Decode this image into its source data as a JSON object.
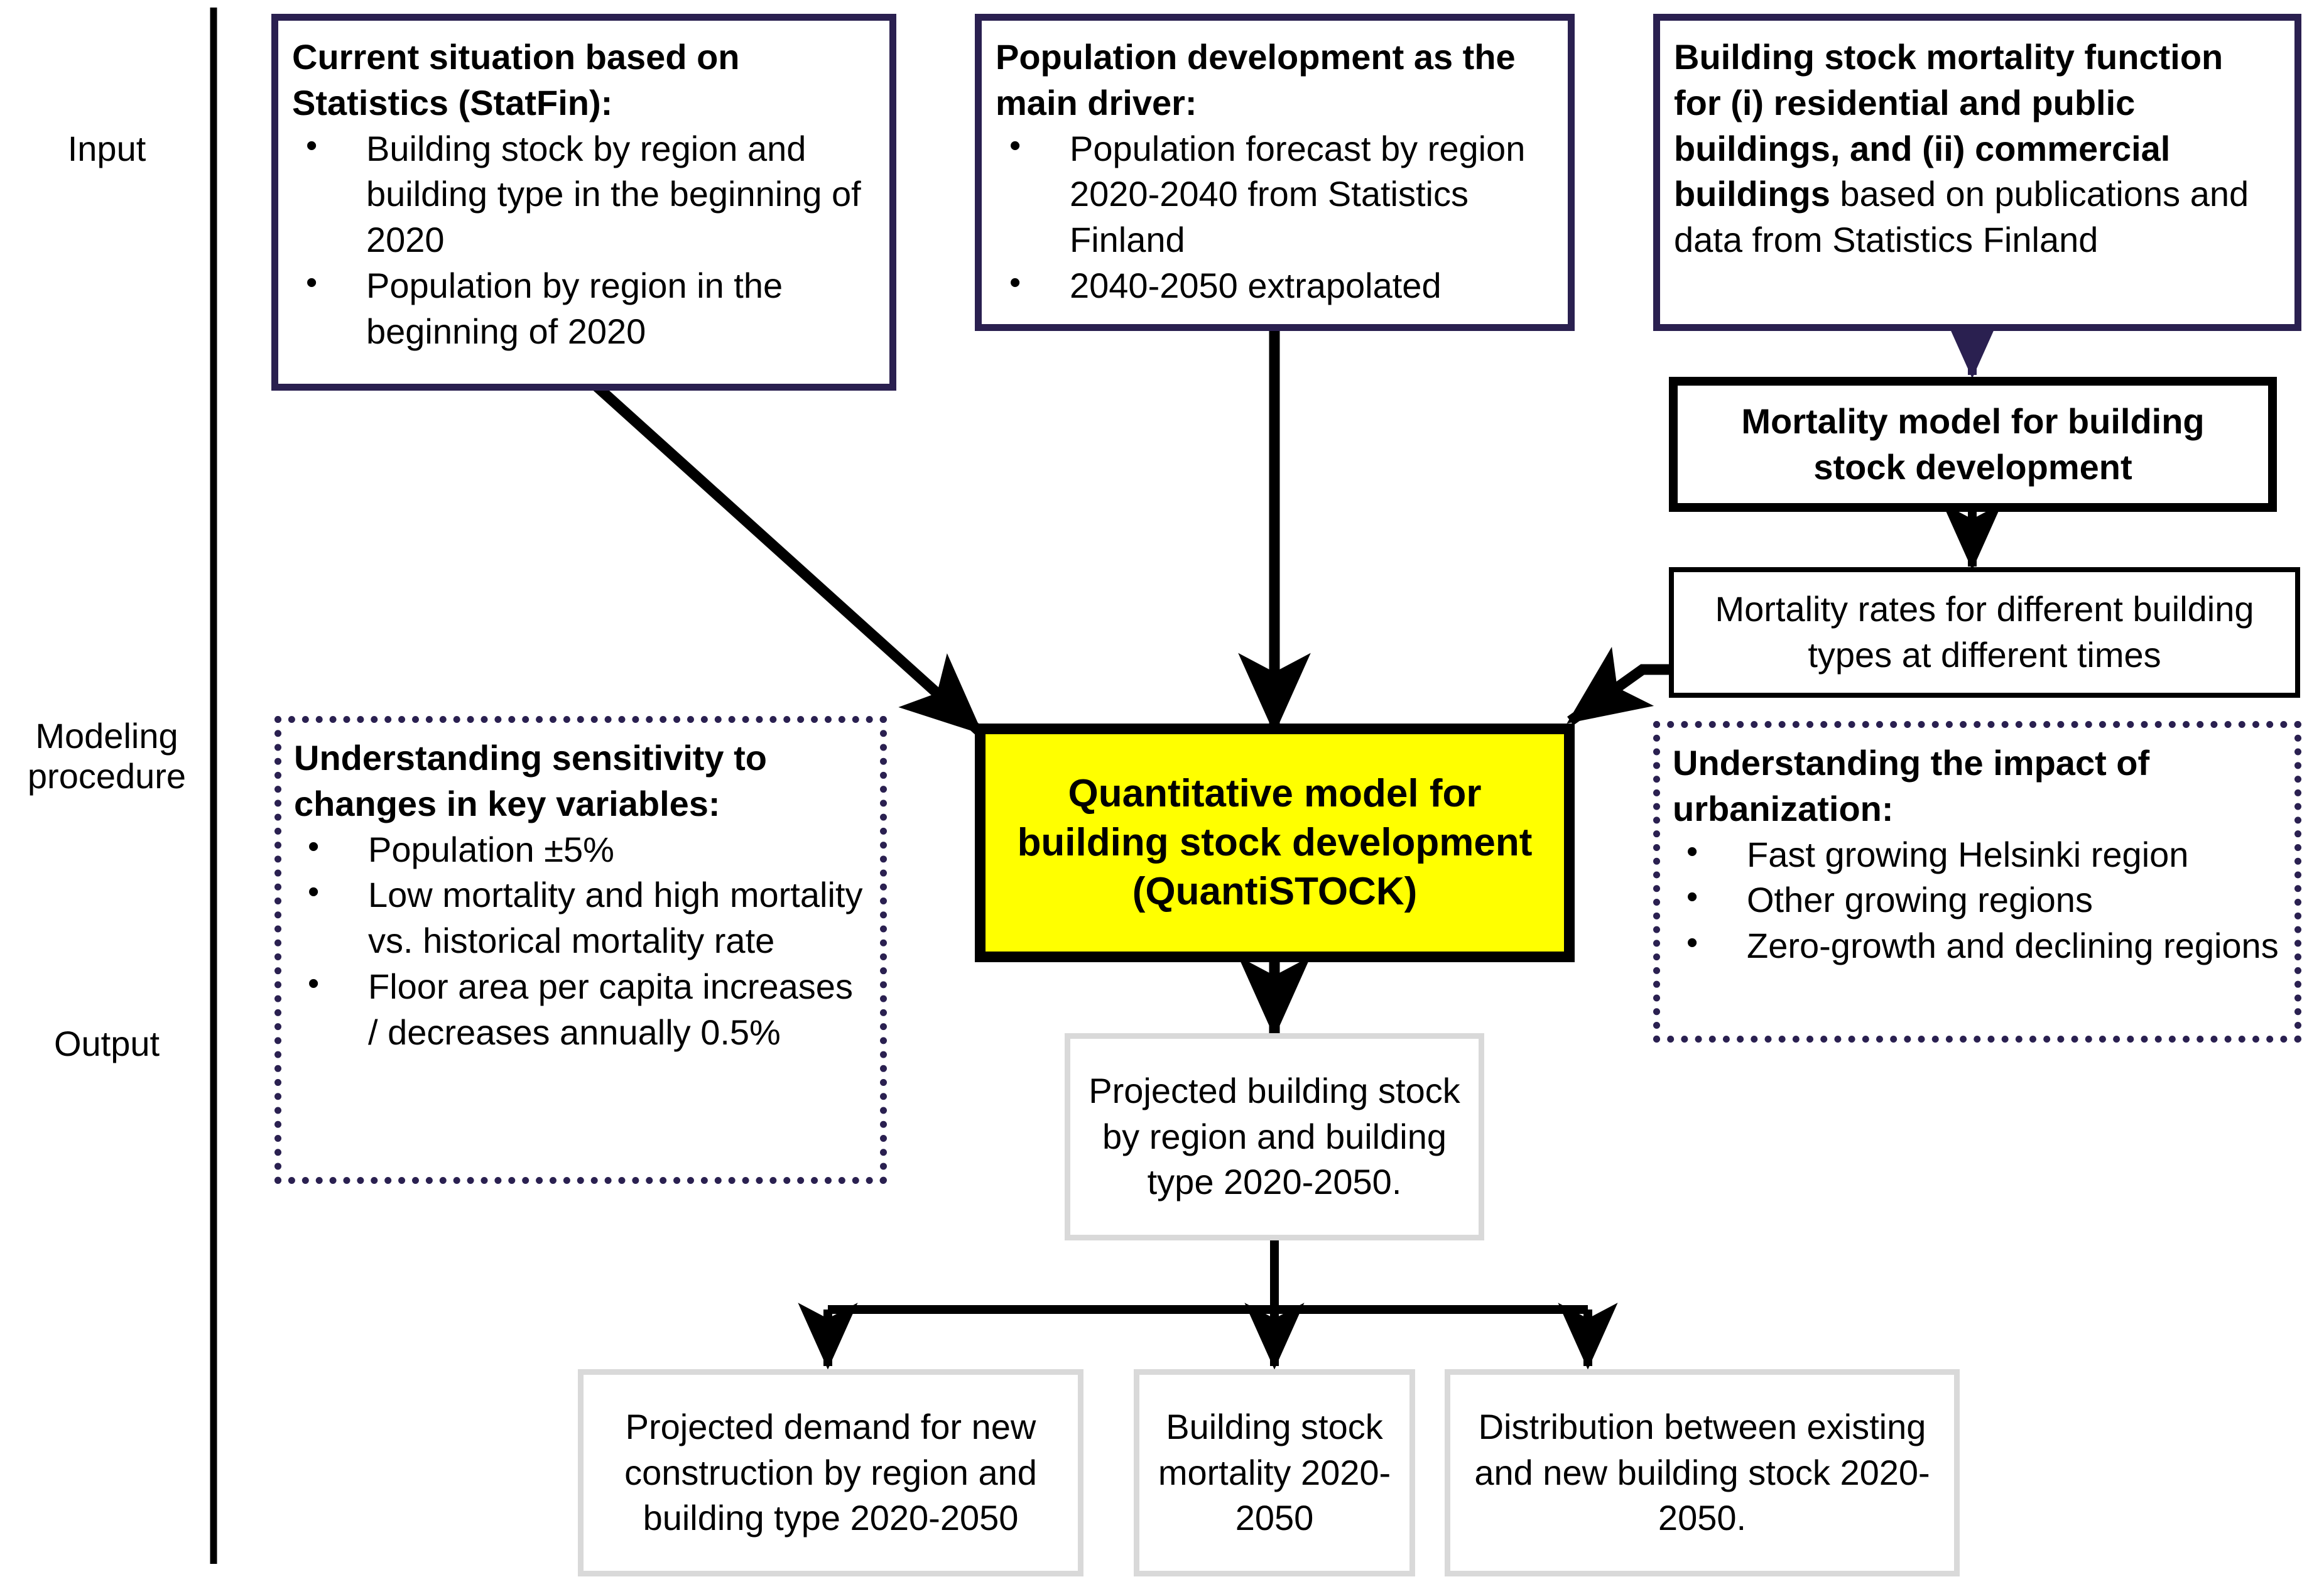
{
  "stage_labels": [
    {
      "id": "input",
      "text": "Input"
    },
    {
      "id": "modeling",
      "text": "Modeling\nprocedure"
    },
    {
      "id": "output",
      "text": "Output"
    }
  ],
  "colors": {
    "navy_border": "#2a2050",
    "highlight_fill": "#ffff00",
    "grey_border": "#d9d9d9",
    "black": "#000000"
  },
  "input_boxes": [
    {
      "id": "current-situation",
      "title": "Current situation based on Statistics (StatFin):",
      "bullets": [
        "Building stock by region and building type in the beginning of 2020",
        "Population by region in the beginning of 2020"
      ]
    },
    {
      "id": "population-development",
      "title": "Population development as the main driver:",
      "bullets": [
        "Population forecast by region 2020-2040 from Statistics Finland",
        "2040-2050 extrapolated"
      ]
    },
    {
      "id": "mortality-function",
      "title_bold": "Building stock mortality function for (i) residential and public buildings, and (ii) commercial buildings",
      "title_regular": " based on publications and data from Statistics Finland"
    }
  ],
  "mortality_model_box": {
    "id": "mortality-model",
    "text": "Mortality model for building stock development"
  },
  "mortality_rates_box": {
    "id": "mortality-rates",
    "text": "Mortality rates for different building types at different times"
  },
  "main_model_box": {
    "id": "quantistock",
    "text": "Quantitative model for building stock development (QuantiSTOCK)"
  },
  "sensitivity_box": {
    "id": "sensitivity",
    "title": "Understanding sensitivity to changes in key variables:",
    "bullets": [
      "Population ±5%",
      "Low mortality and high mortality vs. historical mortality rate",
      "Floor area per capita increases / decreases annually 0.5%"
    ]
  },
  "urbanization_box": {
    "id": "urbanization",
    "title": "Understanding the impact of urbanization:",
    "bullets": [
      "Fast growing Helsinki region",
      "Other growing regions",
      "Zero-growth and declining regions"
    ]
  },
  "projected_stock_box": {
    "id": "projected-stock",
    "text": "Projected building stock by region and building type 2020-2050."
  },
  "output_boxes": [
    {
      "id": "new-construction",
      "text": "Projected demand for new construction by region and building type 2020-2050"
    },
    {
      "id": "stock-mortality",
      "text": "Building stock mortality 2020-2050"
    },
    {
      "id": "existing-vs-new",
      "text": "Distribution between existing and new building stock 2020-2050."
    }
  ]
}
